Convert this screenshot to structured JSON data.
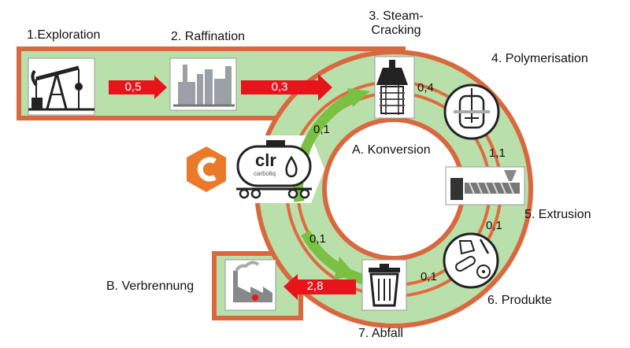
{
  "steps": {
    "exploration": "1.Exploration",
    "raffination": "2. Raffination",
    "steam_line1": "3. Steam-",
    "steam_line2": "Cracking",
    "polymerisation": "4. Polymerisation",
    "extrusion": "5. Extrusion",
    "produkte": "6. Produkte",
    "abfall": "7. Abfall"
  },
  "center_label": "A. Konversion",
  "verbrennung": "B. Verbrennung",
  "flows": {
    "exploration_to_raffination": "0,5",
    "raffination_to_cracking": "0,3",
    "cracking_to_polymerisation": "0,4",
    "polymerisation_to_extrusion": "1,1",
    "extrusion_to_produkte": "0,1",
    "produkte_to_abfall": "0,1",
    "abfall_to_verbrennung": "2,8",
    "abfall_return": "0,1",
    "konversion_return": "0,1"
  },
  "logo": {
    "text": "clr",
    "subtext": "carboliq"
  },
  "colors": {
    "band_fill": "#b9dfab",
    "band_border": "#d9683f",
    "arrow_red": "#e8141b",
    "arrow_green": "#7ac143",
    "logo_orange": "#ea7a2a"
  },
  "icons": [
    "oil-pump-icon",
    "refinery-icon",
    "steam-cracker-icon",
    "reactor-icon",
    "extruder-icon",
    "products-icon",
    "trash-bin-icon",
    "incinerator-icon",
    "tank-truck-icon",
    "carboliq-logo-icon"
  ]
}
